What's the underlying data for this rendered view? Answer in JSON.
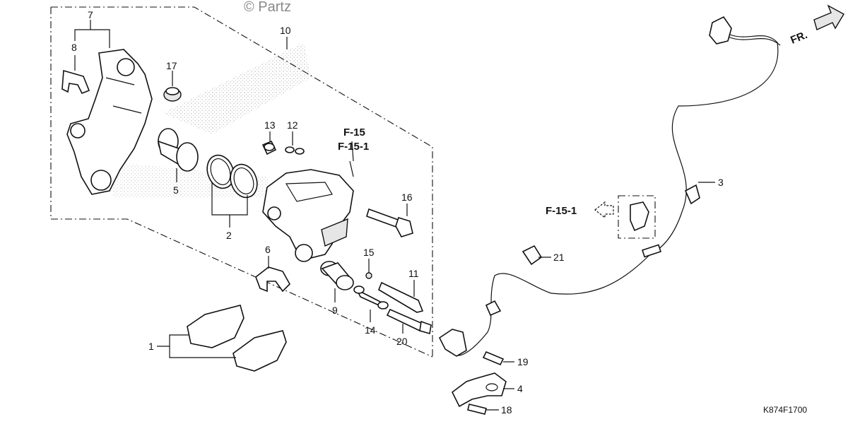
{
  "watermark": "© Partz",
  "diagram_code": "K874F1700",
  "direction_label": "FR.",
  "reference": {
    "main_line1": "F-15",
    "main_line2": "F-15-1",
    "side": "F-15-1"
  },
  "parts": [
    {
      "id": "1",
      "label": "1"
    },
    {
      "id": "2",
      "label": "2"
    },
    {
      "id": "3",
      "label": "3"
    },
    {
      "id": "4",
      "label": "4"
    },
    {
      "id": "5",
      "label": "5"
    },
    {
      "id": "6",
      "label": "6"
    },
    {
      "id": "7",
      "label": "7"
    },
    {
      "id": "8",
      "label": "8"
    },
    {
      "id": "9",
      "label": "9"
    },
    {
      "id": "10",
      "label": "10"
    },
    {
      "id": "11",
      "label": "11"
    },
    {
      "id": "12",
      "label": "12"
    },
    {
      "id": "13",
      "label": "13"
    },
    {
      "id": "14",
      "label": "14"
    },
    {
      "id": "15",
      "label": "15"
    },
    {
      "id": "16",
      "label": "16"
    },
    {
      "id": "17",
      "label": "17"
    },
    {
      "id": "18",
      "label": "18"
    },
    {
      "id": "19",
      "label": "19"
    },
    {
      "id": "20",
      "label": "20"
    },
    {
      "id": "21",
      "label": "21"
    }
  ]
}
